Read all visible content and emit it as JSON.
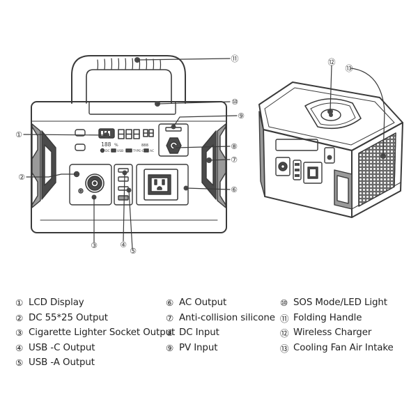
{
  "callouts": [
    "①",
    "②",
    "③",
    "④",
    "⑤",
    "⑥",
    "⑦",
    "⑧",
    "⑨",
    "⑩",
    "⑪",
    "⑫",
    "⑬"
  ],
  "lcd": {
    "digits": "188",
    "unit": "%",
    "small": "888"
  },
  "port_labels": {
    "dc": "DC",
    "usb": "USB",
    "typec": "TYPE-C",
    "ac": "AC"
  },
  "legend": {
    "col1": [
      {
        "num": "①",
        "text": "LCD Display"
      },
      {
        "num": "②",
        "text": "DC 55*25 Output"
      },
      {
        "num": "③",
        "text": "Cigarette Lighter Socket Output"
      },
      {
        "num": "④",
        "text": "USB -C Output"
      },
      {
        "num": "⑤",
        "text": "USB -A Output"
      }
    ],
    "col2": [
      {
        "num": "⑥",
        "text": "AC Output"
      },
      {
        "num": "⑦",
        "text": "Anti-collision silicone"
      },
      {
        "num": "⑧",
        "text": "DC Input"
      },
      {
        "num": "⑨",
        "text": "PV Input"
      }
    ],
    "col3": [
      {
        "num": "⑩",
        "text": "SOS Mode/LED Light"
      },
      {
        "num": "⑪",
        "text": "Folding Handle"
      },
      {
        "num": "⑫",
        "text": "Wireless Charger"
      },
      {
        "num": "⑬",
        "text": "Cooling Fan Air  Intake"
      }
    ]
  },
  "colors": {
    "line": "#3a3a3a",
    "body": "#ffffff",
    "shade": "#9a9a9a",
    "dark": "#4a4a4a"
  }
}
